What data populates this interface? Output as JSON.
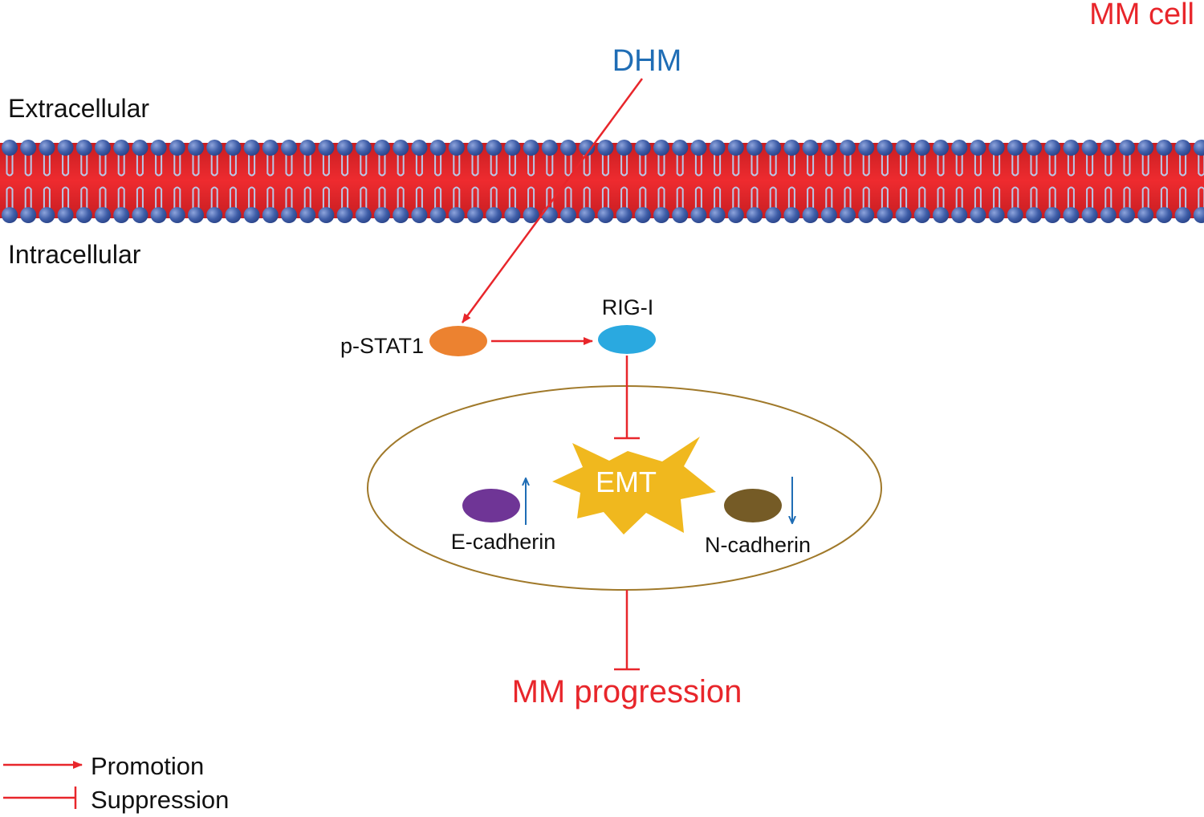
{
  "labels": {
    "cell_type": "MM cell",
    "drug": "DHM",
    "extracellular": "Extracellular",
    "intracellular": "Intracellular",
    "pstat1": "p-STAT1",
    "rigi": "RIG-I",
    "emt": "EMT",
    "ecadherin": "E-cadherin",
    "ncadherin": "N-cadherin",
    "outcome": "MM progression"
  },
  "legend": {
    "promotion": "Promotion",
    "suppression": "Suppression"
  },
  "colors": {
    "red": "#e8262b",
    "blue": "#1f6db5",
    "membrane_fill": "#e2262a",
    "lipid_head": "#3f5ea8",
    "lipid_tail": "#b9c7e6",
    "pstat1": "#ec8230",
    "rigi": "#2aa9e0",
    "ecadherin": "#6f3596",
    "ncadherin": "#755b26",
    "emt_star": "#f0b81e",
    "nucleus_border": "#a0792a"
  }
}
